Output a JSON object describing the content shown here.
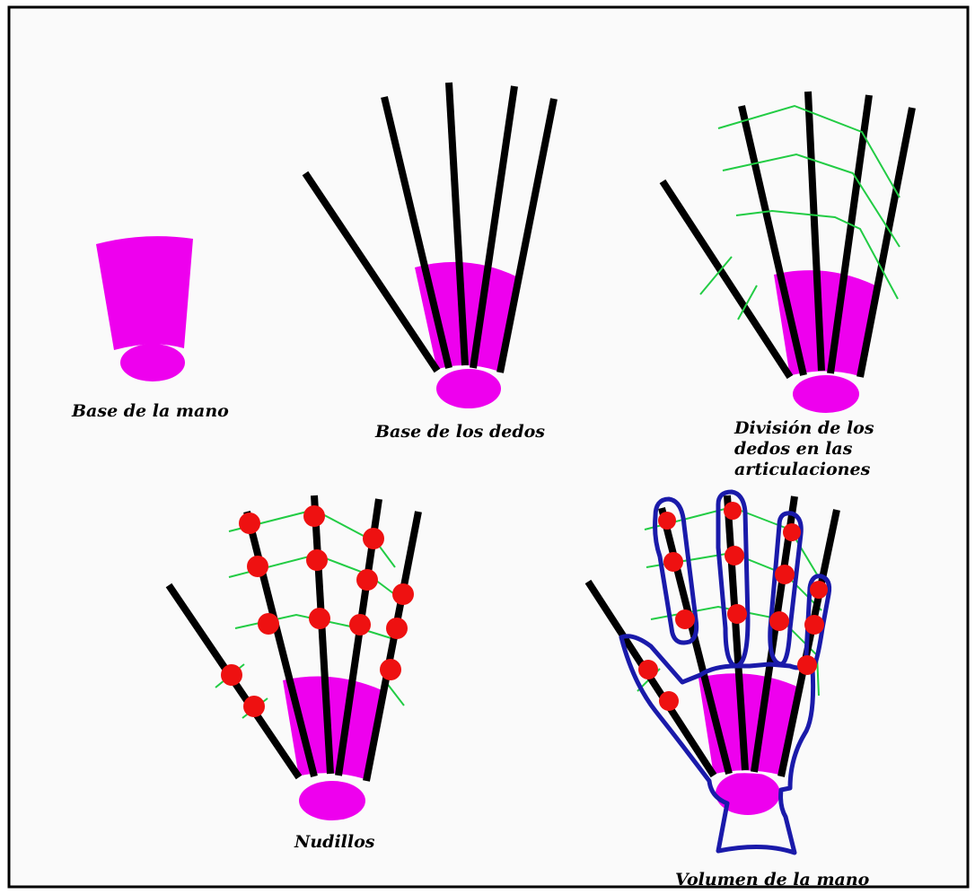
{
  "colors": {
    "palm": "#ee00ee",
    "bone": "#000000",
    "joint_line": "#22cc44",
    "knuckle": "#ee1111",
    "outline": "#1a1aaa",
    "frame": "#000000",
    "background": "#fafafa"
  },
  "panels": [
    {
      "id": "base-mano",
      "caption": [
        "Base de la mano"
      ]
    },
    {
      "id": "base-dedos",
      "caption": [
        "Base de los dedos"
      ]
    },
    {
      "id": "division-dedos",
      "caption": [
        "División de los",
        "dedos en las",
        "articulaciones"
      ]
    },
    {
      "id": "nudillos",
      "caption": [
        "Nudillos"
      ]
    },
    {
      "id": "volumen-mano",
      "caption": [
        "Volumen de la mano"
      ]
    }
  ]
}
